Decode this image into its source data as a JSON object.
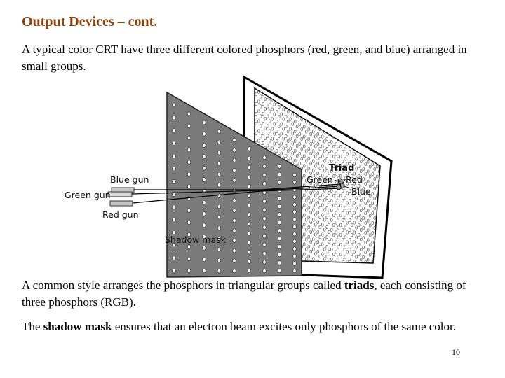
{
  "slide": {
    "title": "Output Devices – cont.",
    "intro": "A typical color CRT have three different colored phosphors (red, green, and blue) arranged in small groups.",
    "para2": {
      "before": "A common style arranges the phosphors in triangular groups called ",
      "term": "triads",
      "after": ", each consisting of three phosphors (RGB)."
    },
    "para3": {
      "before": "The ",
      "term": "shadow mask",
      "after": " ensures that an electron beam excites only phosphors of the same color."
    },
    "page_number": "10"
  },
  "diagram": {
    "labels": {
      "blue_gun": "Blue gun",
      "green_gun": "Green gun",
      "red_gun": "Red gun",
      "shadow_mask": "Shadow mask",
      "triad": "Triad",
      "green": "Green",
      "red": "Red",
      "blue": "Blue"
    },
    "phosphor_glyph": "0"
  }
}
